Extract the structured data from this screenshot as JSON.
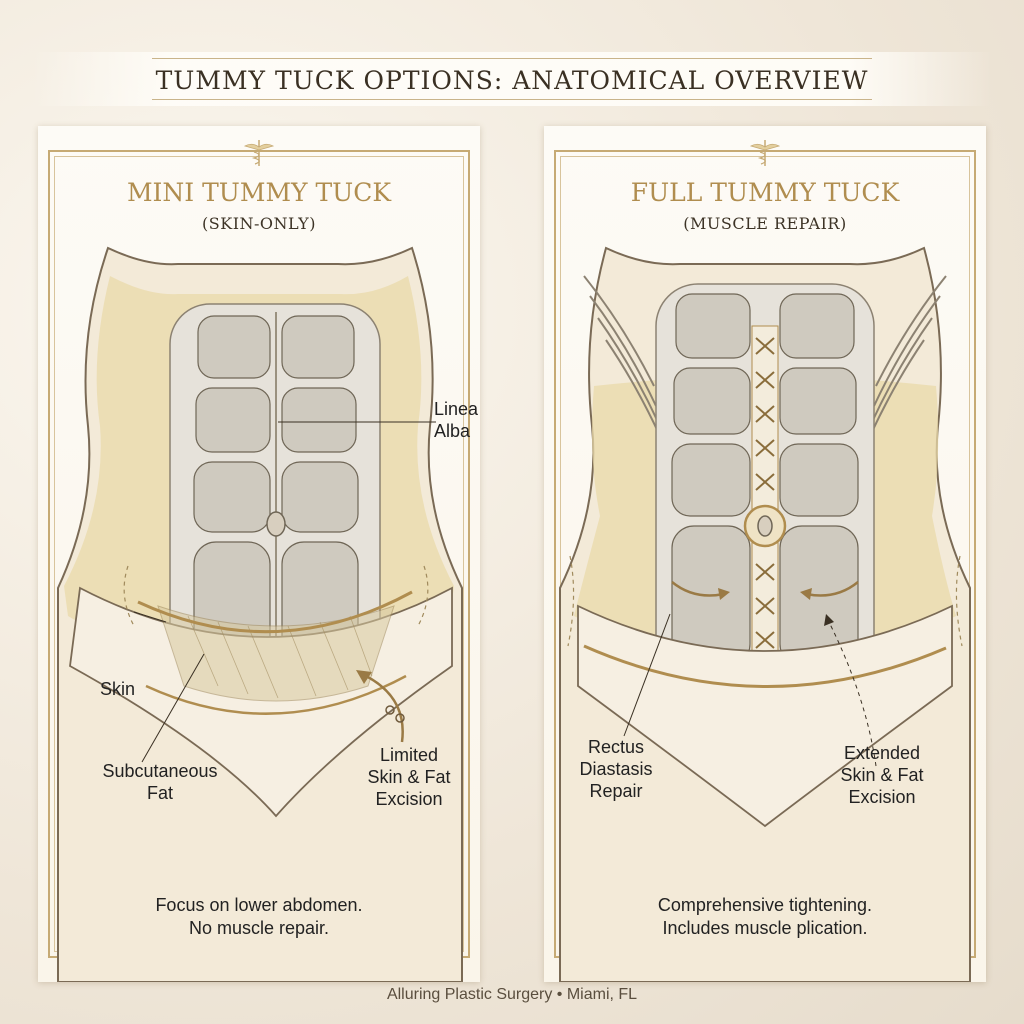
{
  "title": "TUMMY TUCK OPTIONS: ANATOMICAL OVERVIEW",
  "panels": [
    {
      "title": "MINI TUMMY TUCK",
      "subtitle": "(SKIN-ONLY)",
      "labels": {
        "linea_alba_1": "Linea",
        "linea_alba_2": "Alba",
        "skin": "Skin",
        "subq_1": "Subcutaneous",
        "subq_2": "Fat",
        "excision_1": "Limited",
        "excision_2": "Skin & Fat",
        "excision_3": "Excision"
      },
      "caption_1": "Focus on lower abdomen.",
      "caption_2": "No muscle repair."
    },
    {
      "title": "FULL TUMMY TUCK",
      "subtitle": "(MUSCLE REPAIR)",
      "labels": {
        "rectus_1": "Rectus",
        "rectus_2": "Diastasis",
        "rectus_3": "Repair",
        "excision_1": "Extended",
        "excision_2": "Skin & Fat",
        "excision_3": "Excision"
      },
      "caption_1": "Comprehensive tightening.",
      "caption_2": "Includes muscle plication."
    }
  ],
  "footer": "Alluring Plastic Surgery • Miami, FL",
  "colors": {
    "gold": "#b08d4f",
    "frame": "#c6aa74",
    "text": "#222222",
    "fat": "#e9d9a8"
  }
}
